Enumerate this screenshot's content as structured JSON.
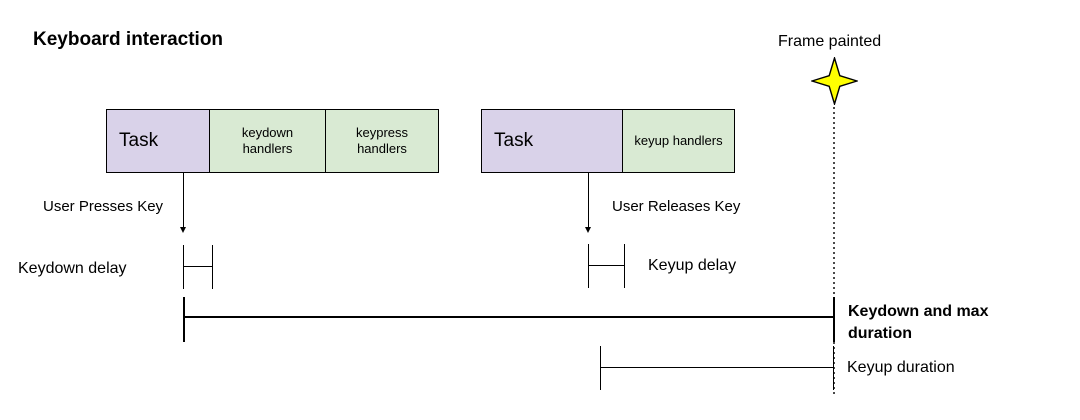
{
  "title": "Keyboard interaction",
  "annotations": {
    "frame_painted": "Frame painted",
    "user_presses_key": "User Presses Key",
    "user_releases_key": "User Releases Key"
  },
  "timeline": {
    "keydown_group": [
      {
        "label": "Task",
        "type": "task"
      },
      {
        "label": "keydown handlers",
        "type": "handlers"
      },
      {
        "label": "keypress handlers",
        "type": "handlers"
      }
    ],
    "keyup_group": [
      {
        "label": "Task",
        "type": "task"
      },
      {
        "label": "keyup handlers",
        "type": "handlers"
      }
    ]
  },
  "measurements": {
    "keydown_delay": "Keydown delay",
    "keyup_delay": "Keyup delay",
    "keydown_and_max_duration": "Keydown and max duration",
    "keyup_duration": "Keyup duration"
  },
  "icons": {
    "frame_painted_marker": "four-point-star-icon"
  },
  "colors": {
    "task_fill": "#d9d2e9",
    "handlers_fill": "#d9ead3",
    "star_fill": "#ffff00",
    "line": "#000000"
  }
}
